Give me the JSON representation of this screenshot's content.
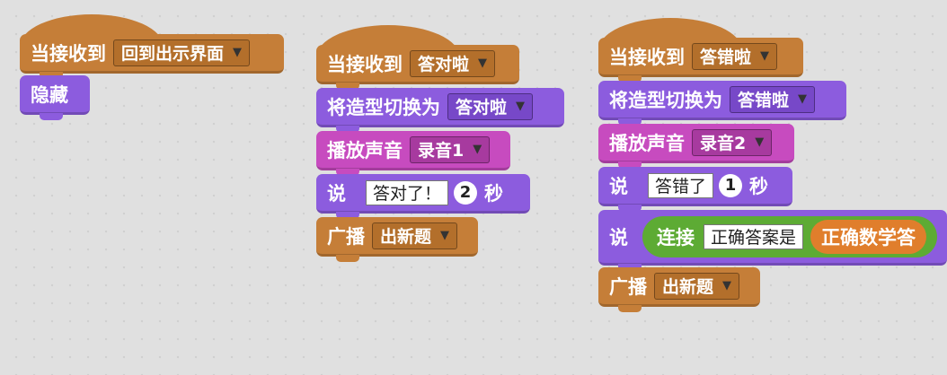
{
  "script1": {
    "hat": {
      "label": "当接收到",
      "message": "回到出示界面"
    },
    "hide": {
      "label": "隐藏"
    }
  },
  "script2": {
    "hat": {
      "label": "当接收到",
      "message": "答对啦"
    },
    "costume": {
      "label": "将造型切换为",
      "value": "答对啦"
    },
    "sound": {
      "label": "播放声音",
      "value": "录音1"
    },
    "say": {
      "label": "说",
      "text": "答对了！",
      "seconds": "2",
      "unit": "秒"
    },
    "broadcast": {
      "label": "广播",
      "message": "出新题"
    }
  },
  "script3": {
    "hat": {
      "label": "当接收到",
      "message": "答错啦"
    },
    "costume": {
      "label": "将造型切换为",
      "value": "答错啦"
    },
    "sound": {
      "label": "播放声音",
      "value": "录音2"
    },
    "say": {
      "label": "说",
      "text": "答错了",
      "seconds": "1",
      "unit": "秒"
    },
    "say2": {
      "label": "说",
      "join_label": "连接",
      "join_text": "正确答案是",
      "variable": "正确数学答"
    },
    "broadcast": {
      "label": "广播",
      "message": "出新题"
    }
  },
  "colors": {
    "events": "#c57e38",
    "looks": "#8c5cde",
    "sound": "#c74bbf",
    "operators": "#5dab34",
    "data": "#e07e2c",
    "background": "#e0e0e0"
  }
}
